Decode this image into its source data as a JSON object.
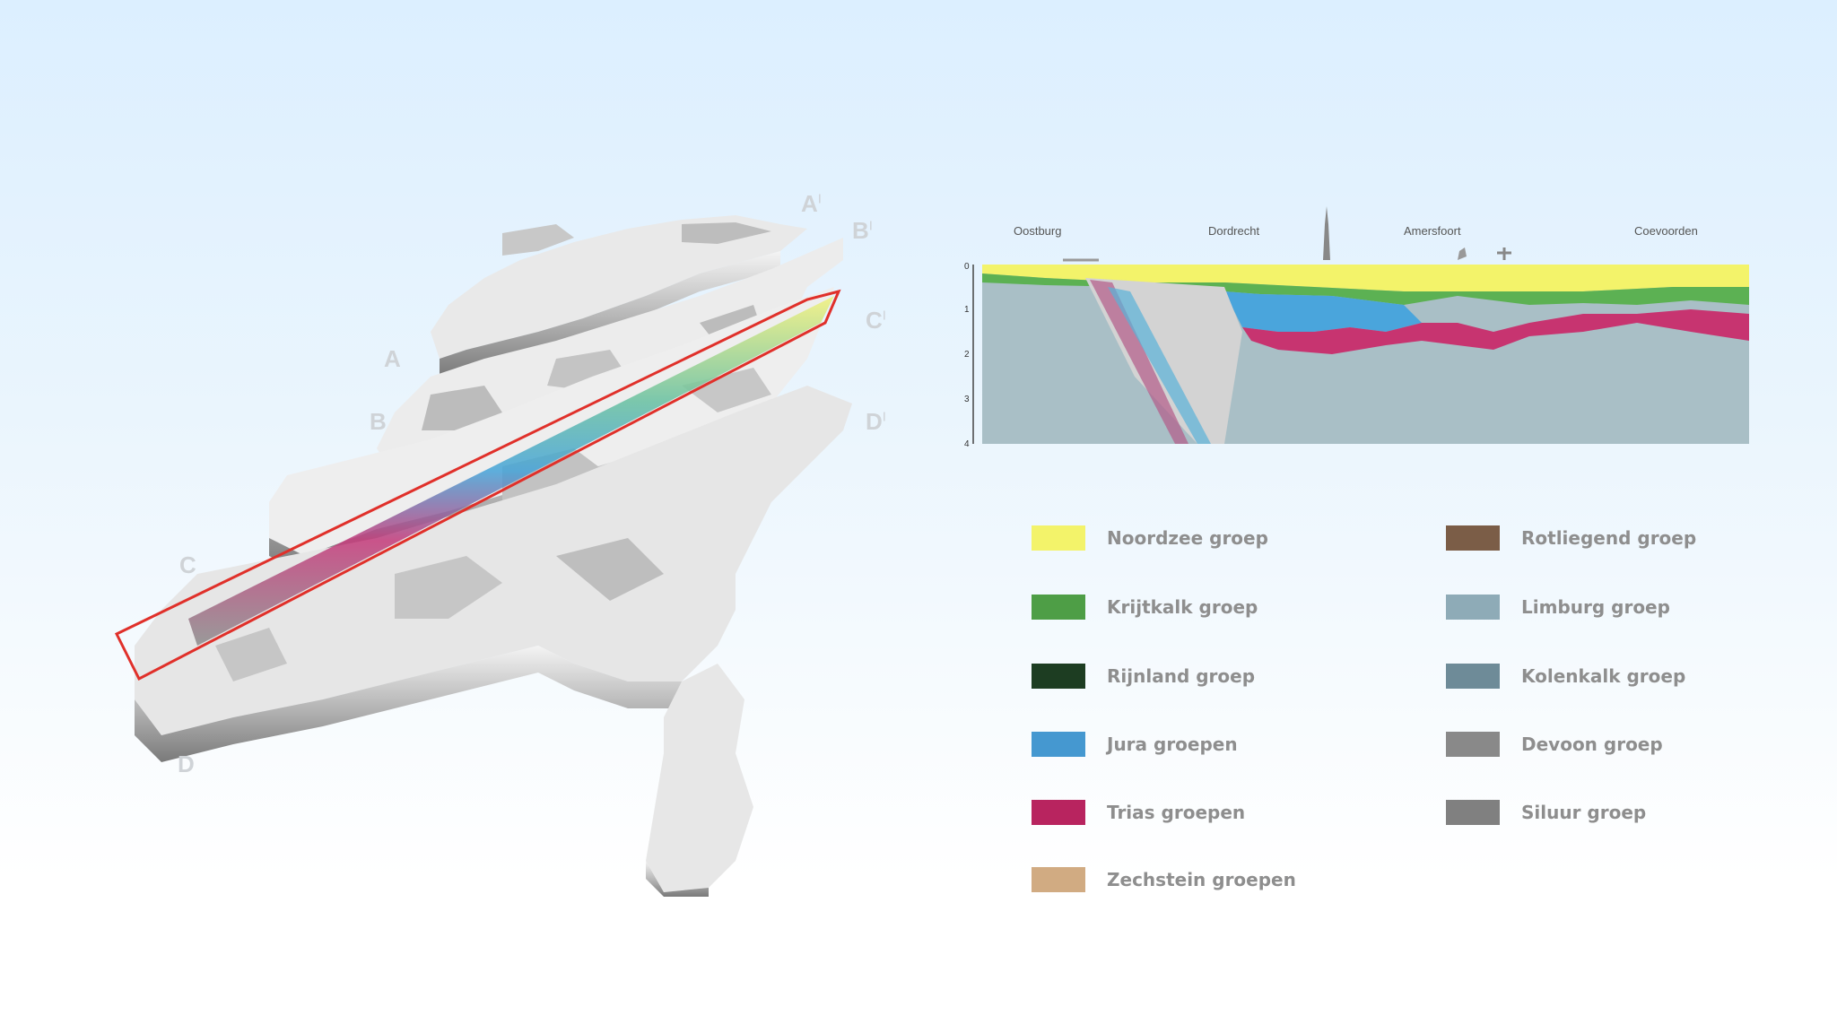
{
  "map": {
    "labels": {
      "a": "A",
      "a_prime": "A",
      "b": "B",
      "b_prime": "B",
      "c": "C",
      "c_prime": "C",
      "d": "D",
      "d_prime": "D",
      "prime": "I"
    }
  },
  "section": {
    "places": [
      "Oostburg",
      "Dordrecht",
      "Amersfoort",
      "Coevoorden"
    ],
    "depth_ticks": [
      "0",
      "1",
      "2",
      "3",
      "4"
    ]
  },
  "legend": {
    "left": [
      {
        "label": "Noordzee groep",
        "color": "#f3f36a"
      },
      {
        "label": "Krijtkalk groep",
        "color": "#4e9e46"
      },
      {
        "label": "Rijnland groep",
        "color": "#1d3d22"
      },
      {
        "label": "Jura groepen",
        "color": "#4598d0"
      },
      {
        "label": "Trias groepen",
        "color": "#b8245f"
      },
      {
        "label": "Zechstein groepen",
        "color": "#d1ab82"
      }
    ],
    "right": [
      {
        "label": "Rotliegend groep",
        "color": "#7b5d47"
      },
      {
        "label": "Limburg groep",
        "color": "#8eabb7"
      },
      {
        "label": "Kolenkalk groep",
        "color": "#6e8b98"
      },
      {
        "label": "Devoon groep",
        "color": "#898989"
      },
      {
        "label": "Siluur groep",
        "color": "#808080"
      }
    ]
  }
}
